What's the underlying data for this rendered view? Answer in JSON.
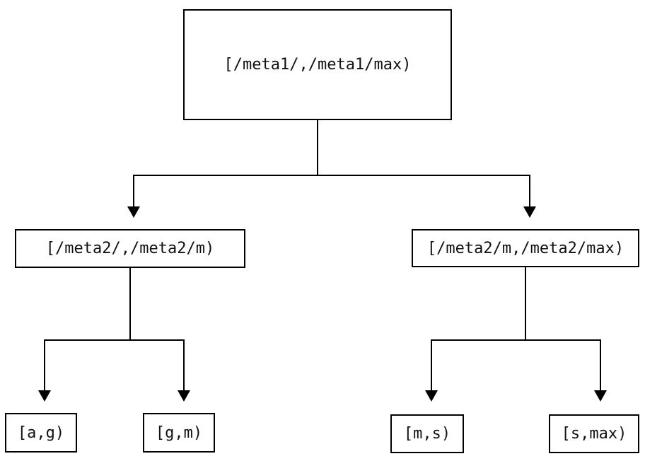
{
  "diagram": {
    "type": "interval-partition-tree",
    "background_color": "#ffffff",
    "stroke_color": "#000000",
    "nodes": {
      "root": {
        "label": "[/meta1/,/meta1/max)"
      },
      "left": {
        "label": "[/meta2/,/meta2/m)"
      },
      "right": {
        "label": "[/meta2/m,/meta2/max)"
      },
      "leaf_ag": {
        "label": "[a,g)"
      },
      "leaf_gm": {
        "label": "[g,m)"
      },
      "leaf_ms": {
        "label": "[m,s)"
      },
      "leaf_smax": {
        "label": "[s,max)"
      }
    },
    "edges": [
      {
        "from": "root",
        "to": "left"
      },
      {
        "from": "root",
        "to": "right"
      },
      {
        "from": "left",
        "to": "leaf_ag"
      },
      {
        "from": "left",
        "to": "leaf_gm"
      },
      {
        "from": "right",
        "to": "leaf_ms"
      },
      {
        "from": "right",
        "to": "leaf_smax"
      }
    ]
  }
}
